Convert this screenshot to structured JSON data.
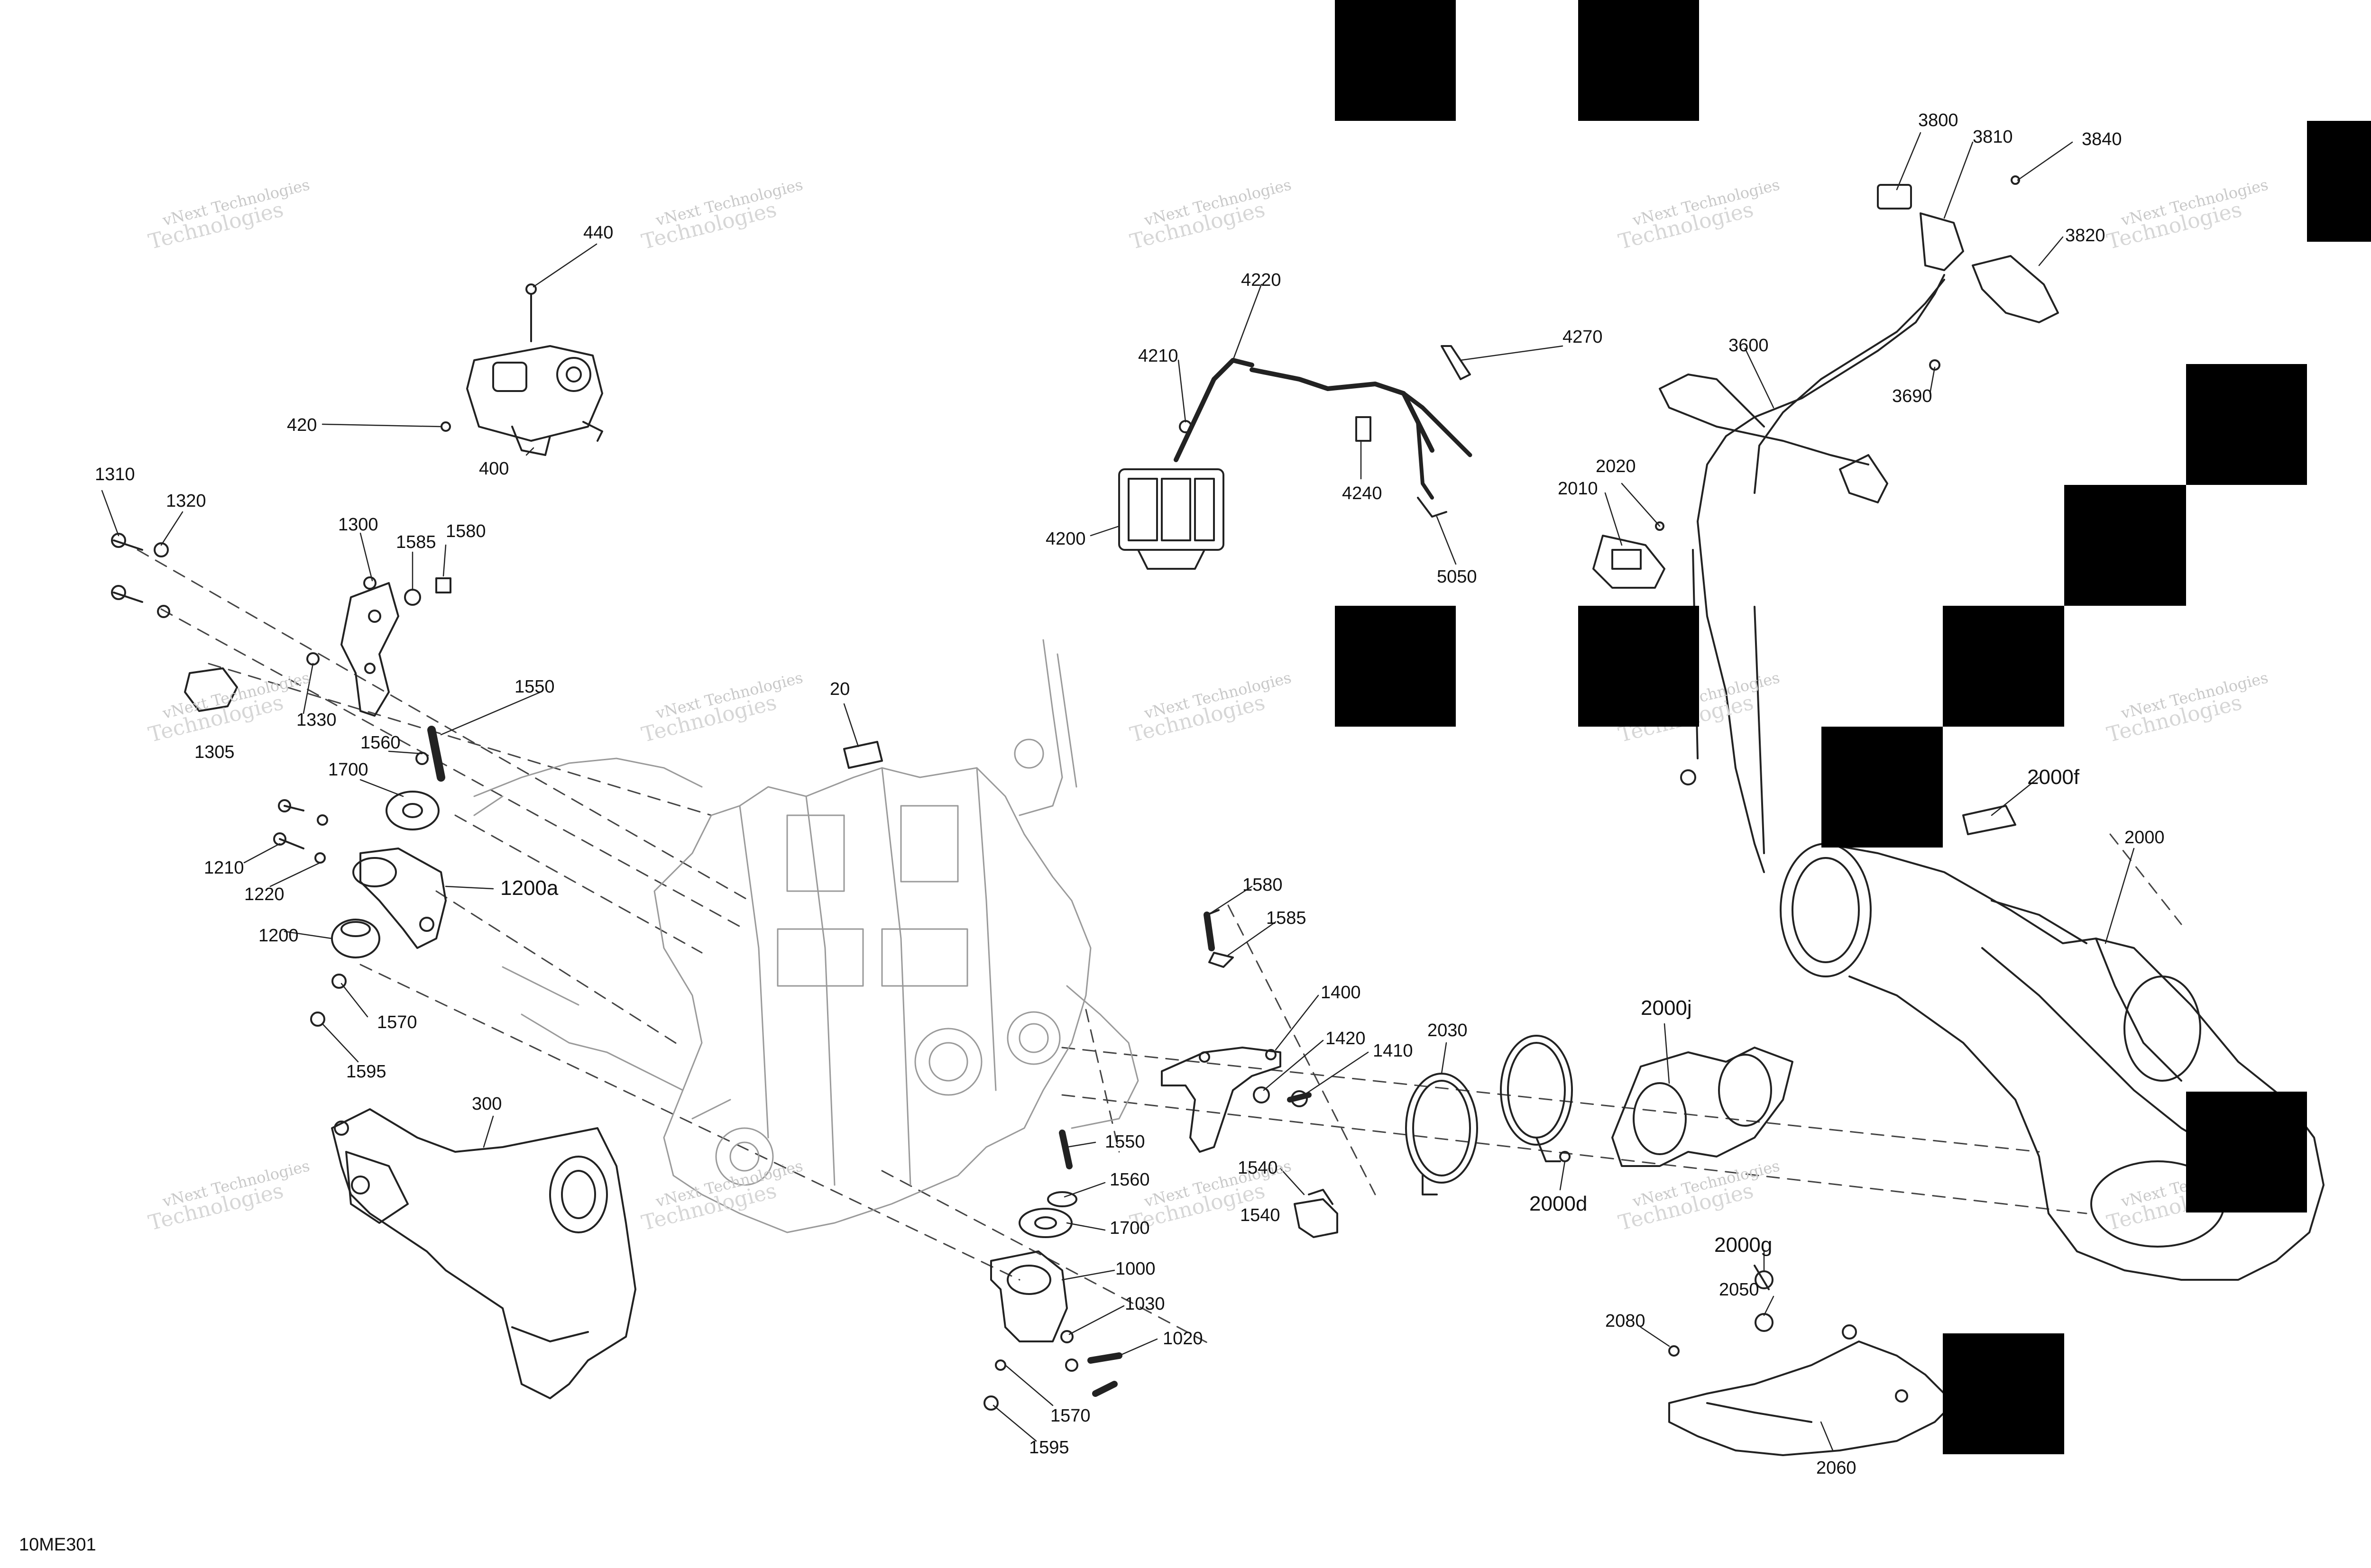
{
  "diagram": {
    "code": "10ME301",
    "watermark": {
      "line1": "vNext Technologies",
      "line2": "Technologies"
    },
    "callouts": {
      "c440": "440",
      "c420": "420",
      "c400": "400",
      "c4220": "4220",
      "c4210": "4210",
      "c4270": "4270",
      "c4240": "4240",
      "c4200": "4200",
      "c5050": "5050",
      "c2020": "2020",
      "c2010": "2010",
      "c3800": "3800",
      "c3810": "3810",
      "c3840": "3840",
      "c3820": "3820",
      "c3600": "3600",
      "c3690": "3690",
      "c1310": "1310",
      "c1320": "1320",
      "c1300": "1300",
      "c1585a": "1585",
      "c1580a": "1580",
      "c1330": "1330",
      "c1305": "1305",
      "c1550a": "1550",
      "c20": "20",
      "c1560a": "1560",
      "c1700a": "1700",
      "c1210": "1210",
      "c1220": "1220",
      "c1200a": "1200a",
      "c1200": "1200",
      "c1570a": "1570",
      "c1595a": "1595",
      "c300": "300",
      "c1580b": "1580",
      "c1585b": "1585",
      "c1400": "1400",
      "c1420": "1420",
      "c1410": "1410",
      "c1550b": "1550",
      "c1560b": "1560",
      "c1540": "1540",
      "c1540b": "1540",
      "c1700b": "1700",
      "c1000": "1000",
      "c1030": "1030",
      "c1020": "1020",
      "c1570b": "1570",
      "c1595b": "1595",
      "c2030": "2030",
      "c2000j": "2000j",
      "c2000d": "2000d",
      "c2000f": "2000f",
      "c2000": "2000",
      "c2000g": "2000g",
      "c2050": "2050",
      "c2080": "2080",
      "c2060": "2060"
    }
  }
}
